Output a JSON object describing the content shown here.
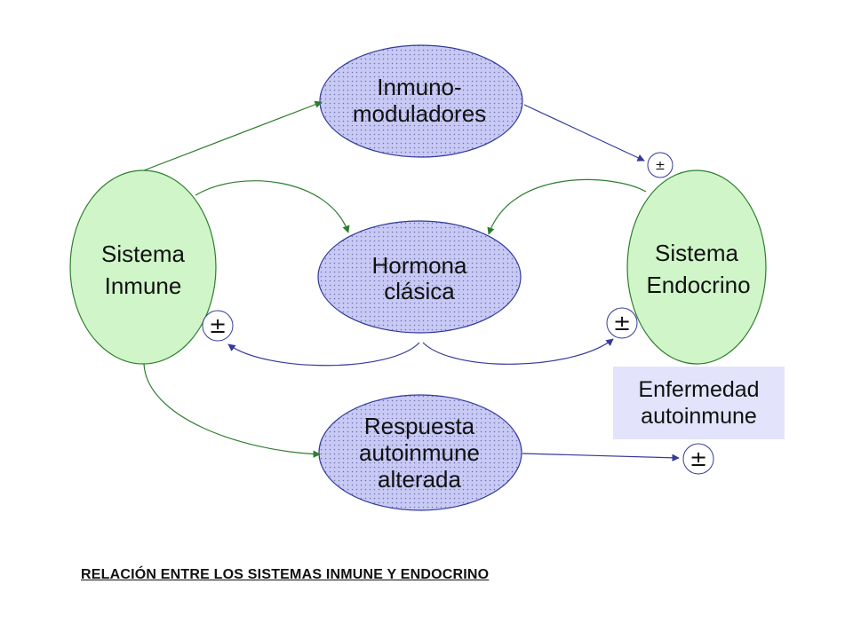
{
  "nodes": {
    "immunomodulators": {
      "line1": "Inmuno-",
      "line2": "moduladores"
    },
    "immune_system": {
      "line1": "Sistema",
      "line2": "Inmune"
    },
    "endocrine_system": {
      "line1": "Sistema",
      "line2": "Endocrino"
    },
    "classic_hormone": {
      "line1": "Hormona",
      "line2": "clásica"
    },
    "autoimmune_response": {
      "line1": "Respuesta",
      "line2": "autoinmune",
      "line3": "alterada"
    }
  },
  "disease_box": {
    "line1": "Enfermedad",
    "line2": "autoinmune"
  },
  "signs": {
    "plus_minus": "±"
  },
  "caption": "RELACIÓN ENTRE LOS SISTEMAS INMUNE Y ENDOCRINO",
  "colors": {
    "ellipse_blue_fill": "#c8caf5",
    "ellipse_green_fill": "#cff5c8",
    "green_stroke": "#2e7d2e",
    "blue_stroke": "#333a99",
    "disease_box_fill": "#e3e4fb"
  }
}
